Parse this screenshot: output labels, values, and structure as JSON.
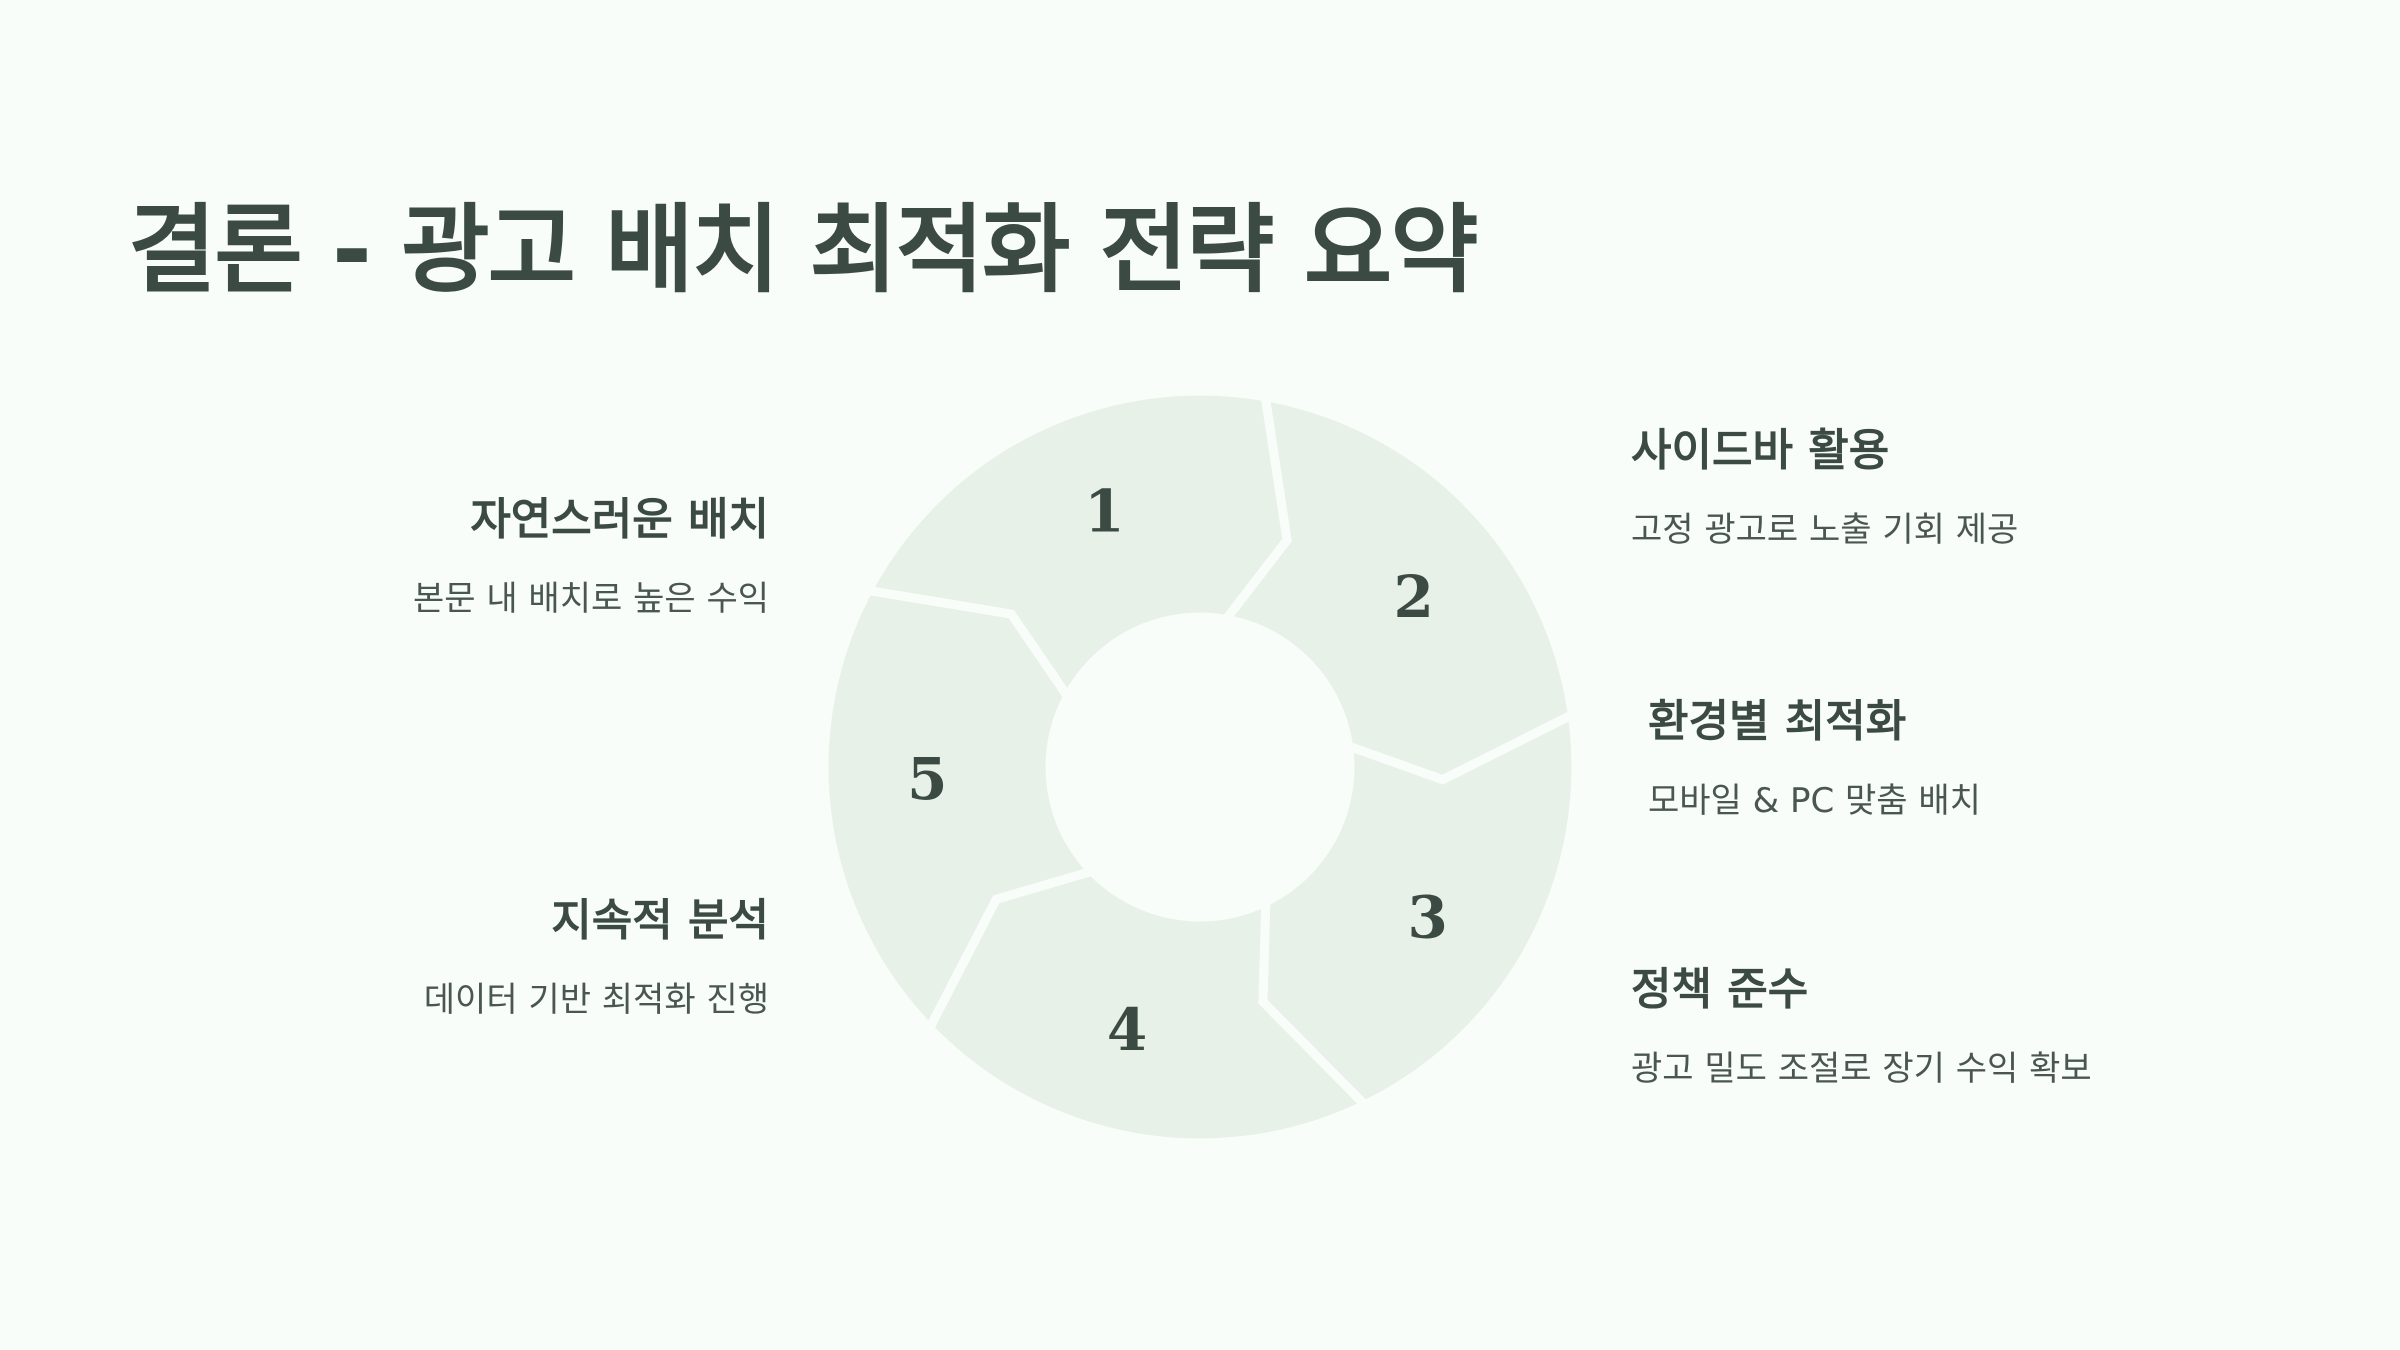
{
  "title": "결론 - 광고 배치 최적화 전략 요약",
  "colors": {
    "background": "#F9FDF9",
    "segment": "#E7F1E8",
    "separator": "#F9FDF9",
    "text": "#3B4A42"
  },
  "steps": [
    {
      "number": "1",
      "heading": "자연스러운 배치",
      "description": "본문 내 배치로 높은 수익"
    },
    {
      "number": "2",
      "heading": "사이드바 활용",
      "description": "고정 광고로 노출 기회 제공"
    },
    {
      "number": "3",
      "heading": "환경별 최적화",
      "description": "모바일 & PC 맞춤 배치"
    },
    {
      "number": "4",
      "heading": "정책 준수",
      "description": "광고 밀도 조절로 장기 수익 확보"
    },
    {
      "number": "5",
      "heading": "지속적 분석",
      "description": "데이터 기반 최적화 진행"
    }
  ]
}
